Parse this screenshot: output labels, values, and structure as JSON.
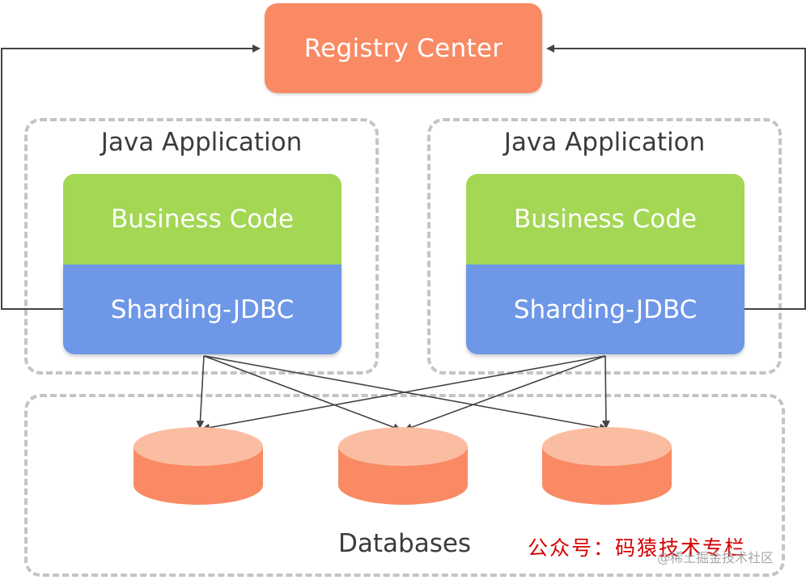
{
  "registry": {
    "label": "Registry Center"
  },
  "apps": [
    {
      "title": "Java Application",
      "business": "Business Code",
      "sharding": "Sharding-JDBC"
    },
    {
      "title": "Java Application",
      "business": "Business Code",
      "sharding": "Sharding-JDBC"
    }
  ],
  "databases": {
    "label": "Databases",
    "count": 3
  },
  "watermark": {
    "account": "公众号：码猿技术专栏",
    "source": "@稀土掘金技术社区"
  },
  "colors": {
    "registry": "#f98a63",
    "business": "#a3d754",
    "sharding": "#6e97e7",
    "db_side": "#f98a63",
    "db_top": "#fbbda2",
    "line": "#444444",
    "dashed_border": "#c4c4c4"
  }
}
